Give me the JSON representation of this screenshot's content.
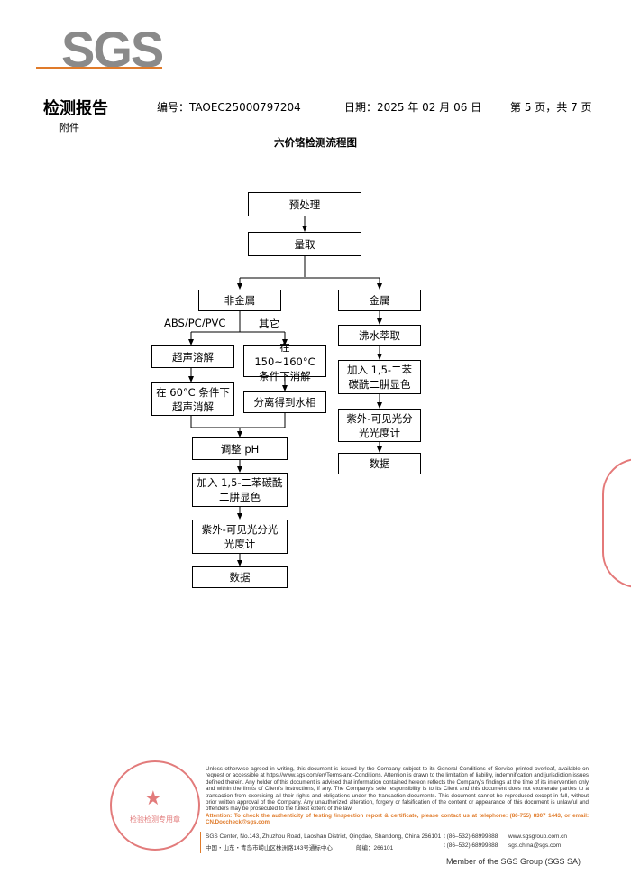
{
  "logo": "SGS",
  "header": {
    "title": "检测报告",
    "report_no": "编号：TAOEC25000797204",
    "date": "日期：2025 年 02 月 06 日",
    "page": "第 5 页，共 7 页",
    "annex": "附件"
  },
  "flow": {
    "title": "六价铬检测流程图",
    "pretreat": "预处理",
    "measure": "量取",
    "nonmetal": "非金属",
    "metal": "金属",
    "branch_abs": "ABS/PC/PVC",
    "branch_other": "其它",
    "ultra_dissolve": "超声溶解",
    "ultra_digest": "在 60°C 条件下超声消解",
    "heat_digest": "在 150~160°C 条件下消解",
    "separate": "分离得到水相",
    "adjust_ph": "调整 pH",
    "color_left": "加入 1,5-二苯碳酰二肼显色",
    "uv_left": "紫外-可见光分光光度计",
    "data_left": "数据",
    "boil_extract": "沸水萃取",
    "color_right": "加入 1,5-二苯碳酰二肼显色",
    "uv_right": "紫外-可见光分光光度计",
    "data_right": "数据"
  },
  "footer": {
    "disclaimer": "Unless otherwise agreed in writing, this document is issued by the Company subject to its General Conditions of Service printed overleaf, available on request or accessible at https://www.sgs.com/en/Terms-and-Conditions. Attention is drawn to the limitation of liability, indemnification and jurisdiction issues defined therein. Any holder of this document is advised that information contained hereon reflects the Company's findings at the time of its intervention only and within the limits of Client's instructions, if any. The Company's sole responsibility is to its Client and this document does not exonerate parties to a transaction from exercising all their rights and obligations under the transaction documents. This document cannot be reproduced except in full, without prior written approval of the Company. Any unauthorized alteration, forgery or falsification of the content or appearance of this document is unlawful and offenders may be prosecuted to the fullest extent of the law.",
    "attention": "Attention: To check the authenticity of testing /inspection report & certificate, please contact us at telephone: (86-755) 8307 1443, or email: CN.Doccheck@sgs.com",
    "address_en": "SGS Center, No.143, Zhuzhou Road, Laoshan District, Qingdao, Shandong, China 266101",
    "address_cn": "中国・山东・青岛市崂山区株洲路143号通标中心",
    "postcode": "邮编：266101",
    "tel1": "t (86–532) 68999888",
    "tel2": "t (86–532) 68999888",
    "web": "www.sgsgroup.com.cn",
    "email": "sgs.china@sgs.com",
    "member": "Member of the SGS Group (SGS SA)",
    "stamp_text": "检验检测专用章"
  }
}
